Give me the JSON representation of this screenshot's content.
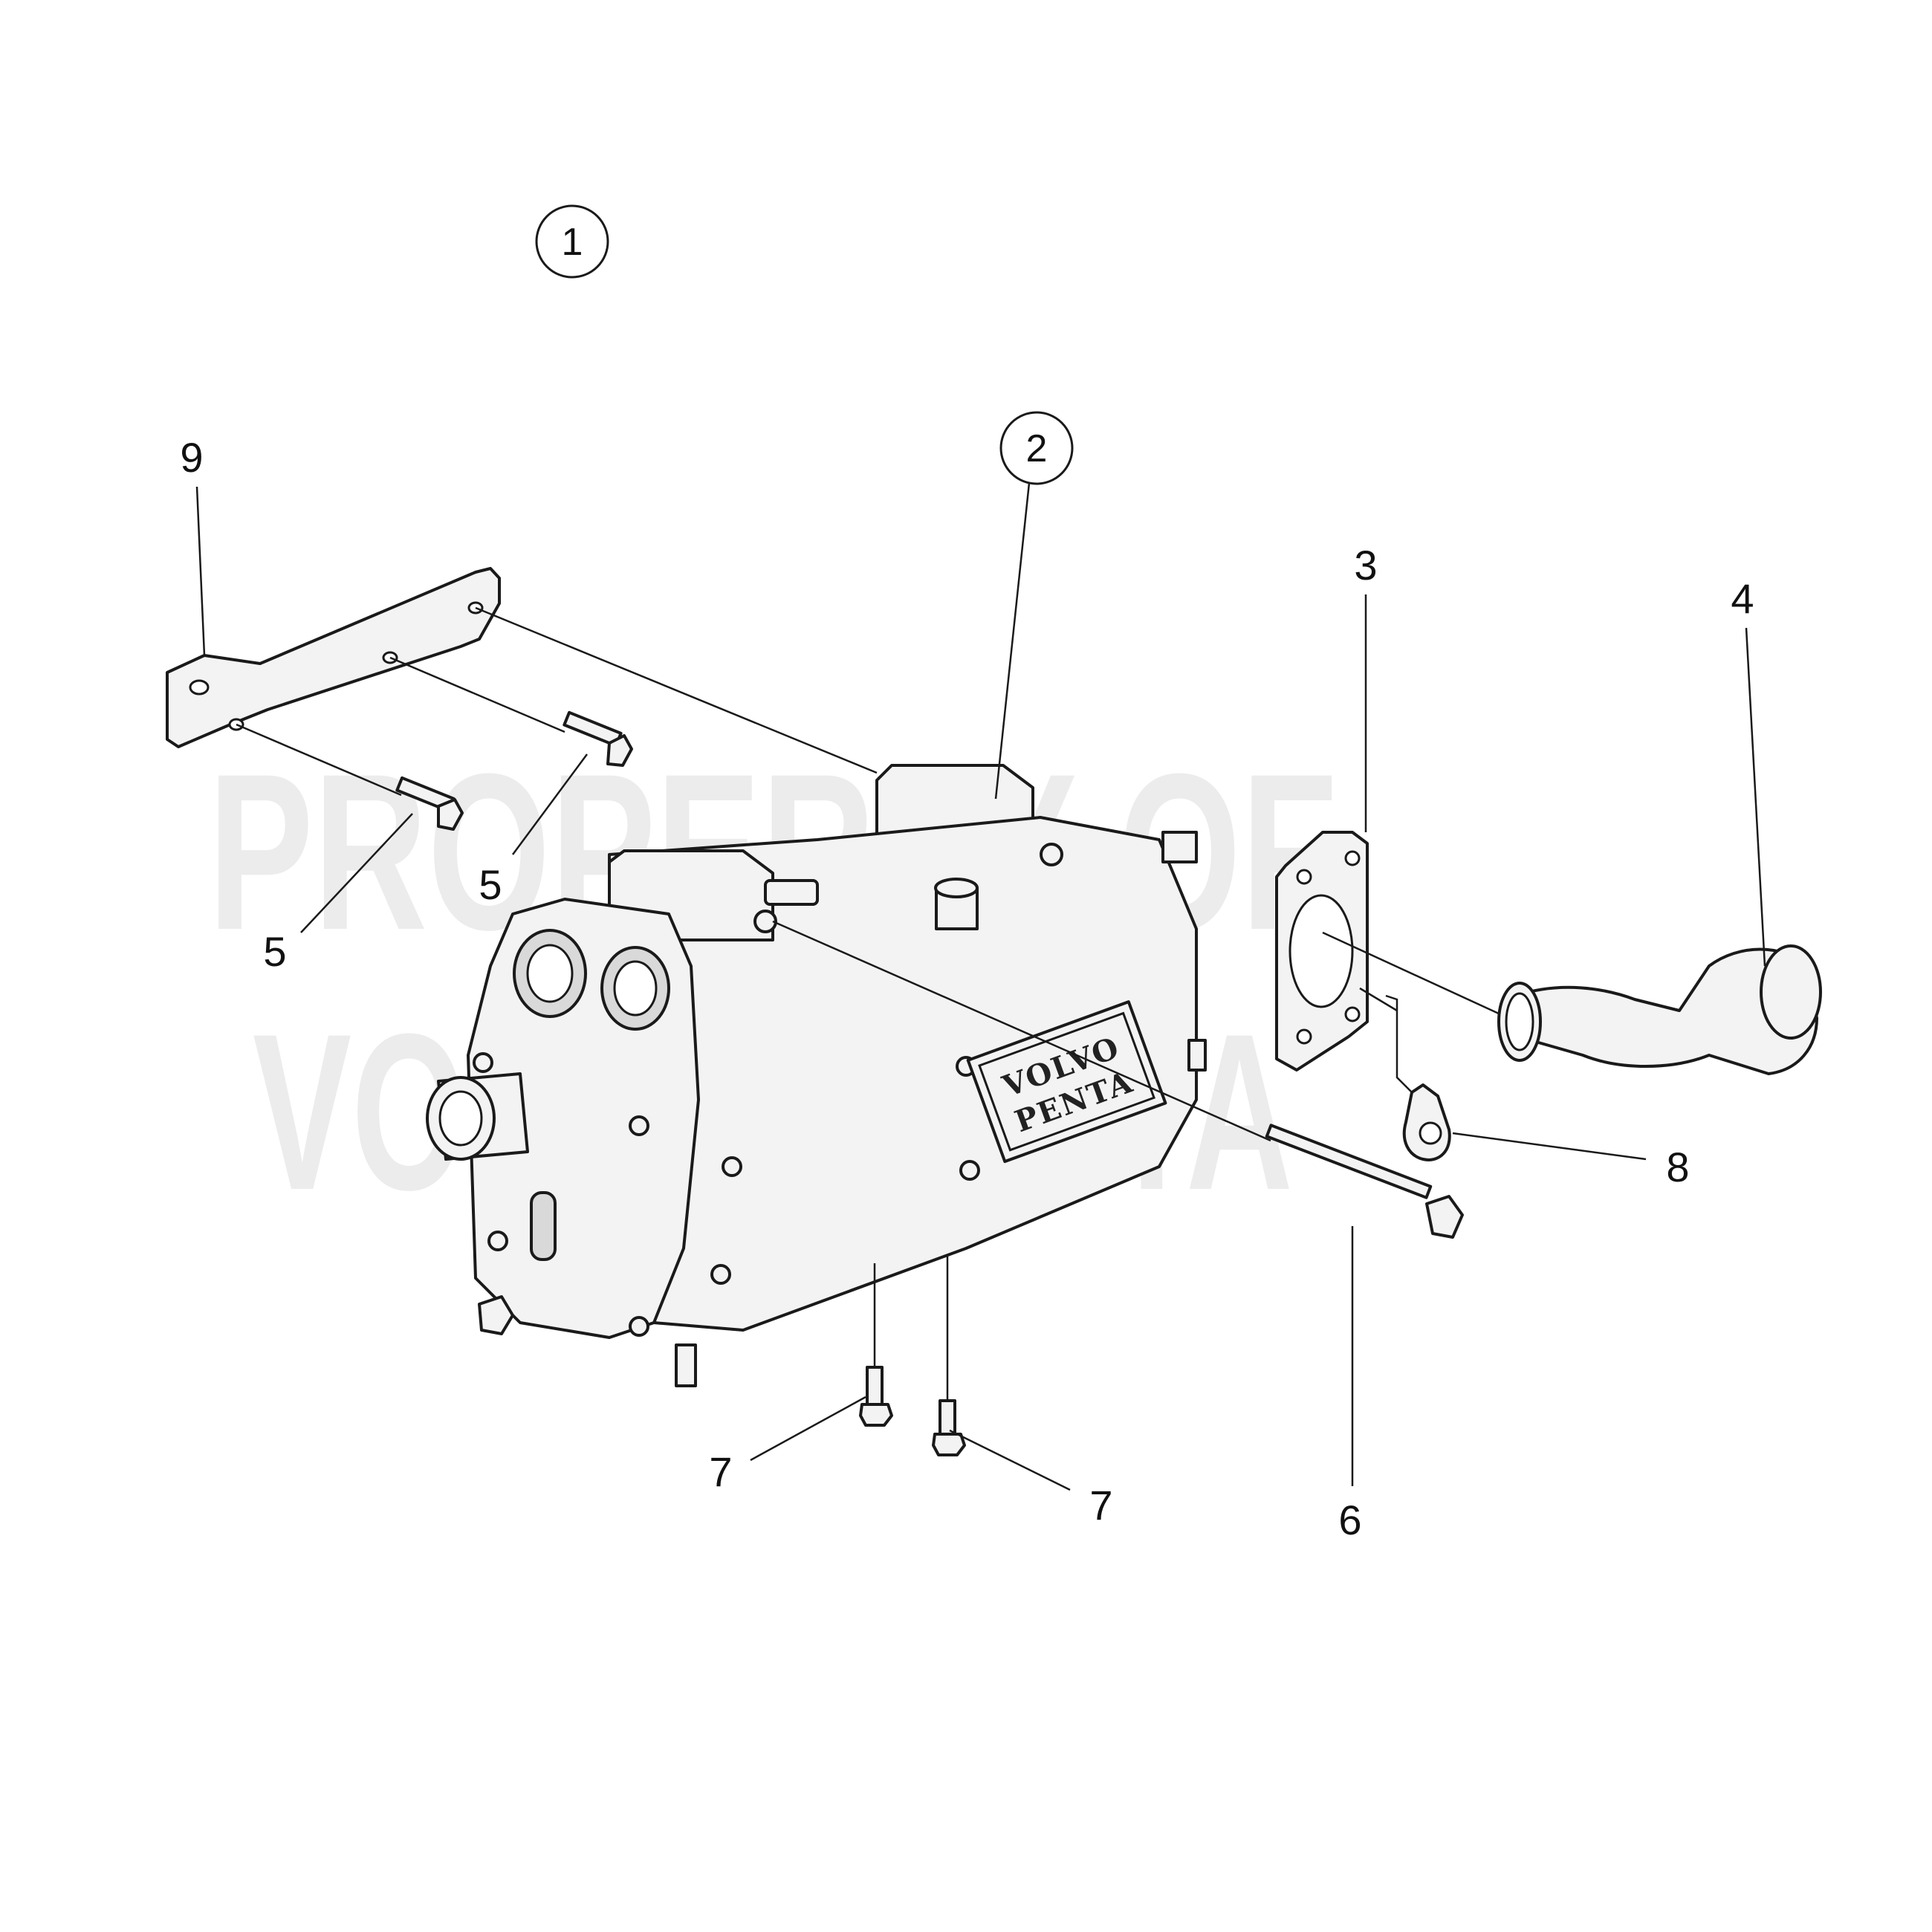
{
  "watermark": {
    "line1": "PROPERTY OF",
    "line2": "VOLVO PENTA",
    "color": "#ececec"
  },
  "badge": {
    "line1": "VOLVO",
    "line2": "PENTA"
  },
  "assembly_refs": [
    {
      "label": "1"
    },
    {
      "label": "2"
    }
  ],
  "callouts": [
    {
      "label": "9"
    },
    {
      "label": "5"
    },
    {
      "label": "5"
    },
    {
      "label": "3"
    },
    {
      "label": "4"
    },
    {
      "label": "8"
    },
    {
      "label": "6"
    },
    {
      "label": "7"
    },
    {
      "label": "7"
    }
  ]
}
